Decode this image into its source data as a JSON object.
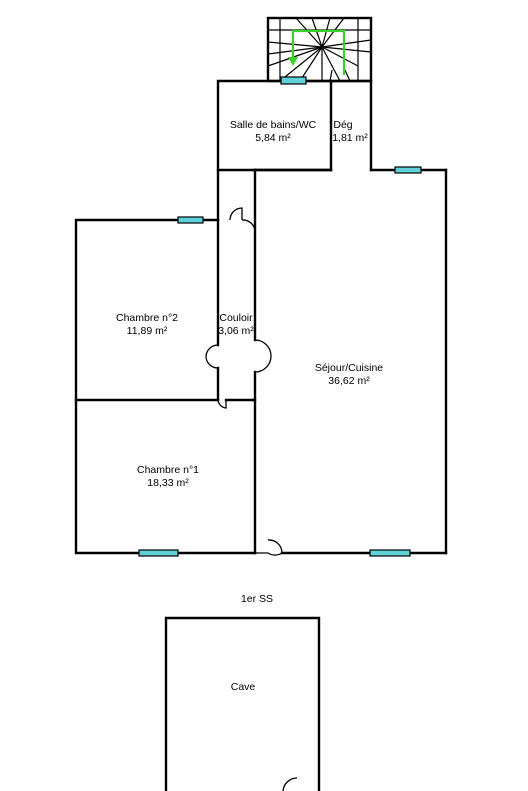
{
  "rooms": {
    "salle_de_bains": {
      "name": "Salle de bains/WC",
      "area": "5,84  m²"
    },
    "deg": {
      "name": "Dég",
      "area": "1,81  m²"
    },
    "chambre2": {
      "name": "Chambre n°2",
      "area": "11,89  m²"
    },
    "couloir": {
      "name": "Couloir",
      "area": "3,06  m²"
    },
    "sejour": {
      "name": "Séjour/Cuisine",
      "area": "36,62  m²"
    },
    "chambre1": {
      "name": "Chambre n°1",
      "area": "18,33  m²"
    },
    "cave": {
      "name": "Cave"
    }
  },
  "levels": {
    "basement": "1er SS"
  },
  "colors": {
    "window": "#5fd1d8",
    "stair_arrow": "#3bd12b",
    "wall": "#000000"
  }
}
